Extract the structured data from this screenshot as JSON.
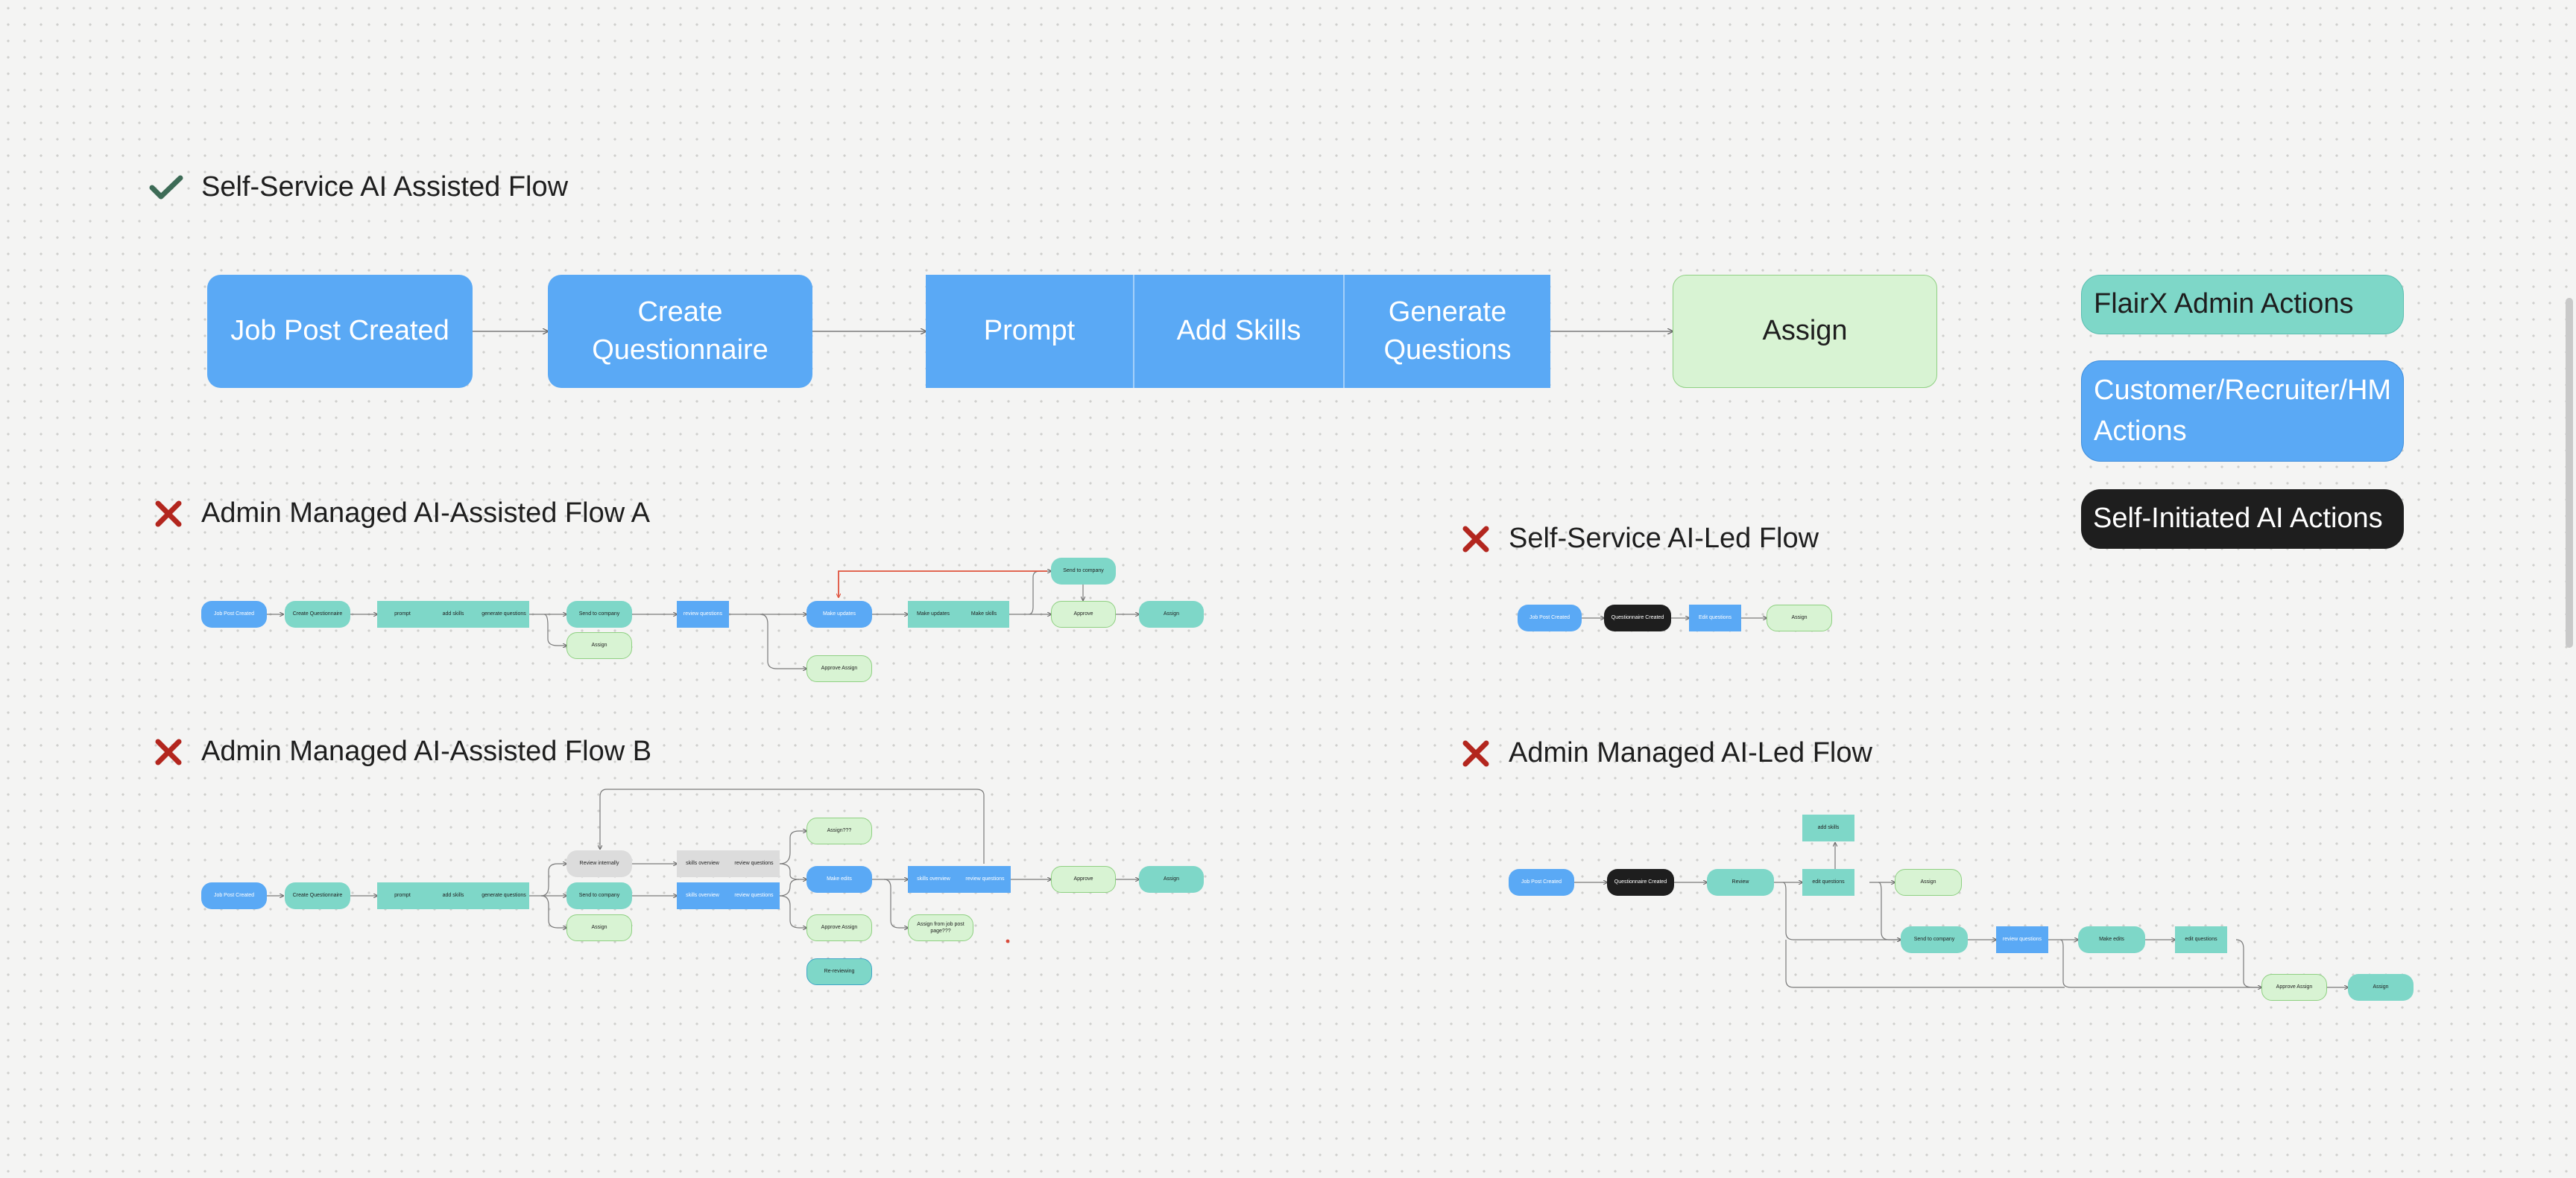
{
  "sections": {
    "self_service_assisted": {
      "title": "Self-Service AI Assisted Flow",
      "status": "check"
    },
    "admin_assisted_a": {
      "title": "Admin Managed AI-Assisted Flow A",
      "status": "cross"
    },
    "self_service_led": {
      "title": "Self-Service AI-Led Flow",
      "status": "cross"
    },
    "admin_assisted_b": {
      "title": "Admin Managed AI-Assisted Flow B",
      "status": "cross"
    },
    "admin_led": {
      "title": "Admin Managed AI-Led Flow",
      "status": "cross"
    }
  },
  "main_flow": {
    "job_post": "Job Post Created",
    "create_q": "Create Questionnaire",
    "prompt": "Prompt",
    "add_skills": "Add Skills",
    "generate": "Generate Questions",
    "assign": "Assign"
  },
  "legend": {
    "admin": "FlairX Admin Actions",
    "customer": "Customer/Recruiter/HM Actions",
    "ai": "Self-Initiated AI Actions"
  },
  "flow_a": {
    "job_post": "Job Post Created",
    "create_q": "Create Questionnaire",
    "prompt": "prompt",
    "add_skills": "add skills",
    "generate": "generate questions",
    "send": "Send to company",
    "assign": "Assign",
    "review": "review questions",
    "make_updates": "Make updates",
    "make_updates2": "Make updates",
    "add_skills2": "Make skills",
    "send2": "Send to company",
    "approve": "Approve",
    "assign2": "Assign",
    "approve_assign": "Approve Assign"
  },
  "flow_led": {
    "job_post": "Job Post Created",
    "q_created": "Questionnaire Created",
    "edit": "Edit questions",
    "assign": "Assign"
  },
  "flow_b": {
    "job_post": "Job Post Created",
    "create_q": "Create Questionnaire",
    "prompt": "prompt",
    "add_skills": "add skills",
    "generate": "generate questions",
    "review_int": "Review internally",
    "skills_overview": "skills overview",
    "review_q": "review questions",
    "send": "Send to company",
    "skills_overview2": "skills overview",
    "review_q2": "review questions",
    "assign": "Assign",
    "assign_q": "Assign???",
    "make_edits": "Make edits",
    "approve_assign": "Approve Assign",
    "re_reviewing": "Re-reviewing",
    "skills_overview3": "skills overview",
    "review_q3": "review questions",
    "assign_from": "Assign from job post page???",
    "approve": "Approve",
    "assign2": "Assign"
  },
  "flow_admin_led": {
    "job_post": "Job Post Created",
    "q_created": "Questionnaire Created",
    "review": "Review",
    "add_skills": "add skills",
    "edit_q": "edit questions",
    "assign": "Assign",
    "send": "Send to company",
    "review_q": "review questions",
    "make_edits": "Make edits",
    "edit_q2": "edit questions",
    "approve_assign": "Approve Assign",
    "assign2": "Assign"
  },
  "colors": {
    "customer_blue": "#5aa9f5",
    "admin_teal": "#7ed7c8",
    "assign_green": "#d8f3d3",
    "ai_black": "#1e1e1e",
    "check_green": "#3d6b56",
    "cross_red": "#b3261e",
    "feedback_red": "#e0533d"
  },
  "icons": {
    "check": "check-icon",
    "cross": "cross-icon"
  }
}
